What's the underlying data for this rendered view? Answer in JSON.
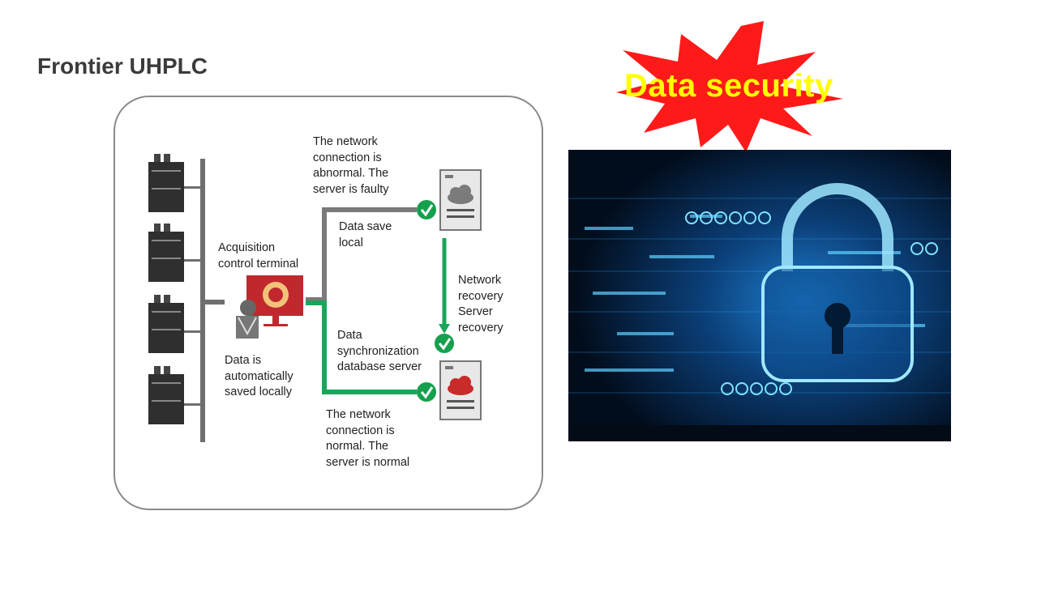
{
  "title": "Frontier UHPLC",
  "diagram": {
    "labels": {
      "acquisition": "Acquisition\ncontrol terminal",
      "auto_saved": "Data is\nautomatically\nsaved locally",
      "abnormal": "The network\nconnection is\nabnormal. The\nserver is faulty",
      "save_local": "Data  save\nlocal",
      "recovery": "Network\nrecovery\nServer\nrecovery",
      "sync": "Data\nsynchronization\ndatabase server",
      "normal": "The network\nconnection is\nnormal. The\nserver is normal"
    },
    "colors": {
      "gray_path": "#7a7a7a",
      "green_path": "#1aa55a",
      "check": "#14a04d",
      "cloud_ok": "#7b7b7b",
      "cloud_red": "#c92a2a",
      "terminal": "#c0282d"
    }
  },
  "badge": {
    "text": "Data security",
    "fill": "#ff1a1a",
    "text_color": "#ffff00"
  },
  "image": {
    "icon": "padlock-cyber-icon",
    "bg": "#031a33"
  }
}
